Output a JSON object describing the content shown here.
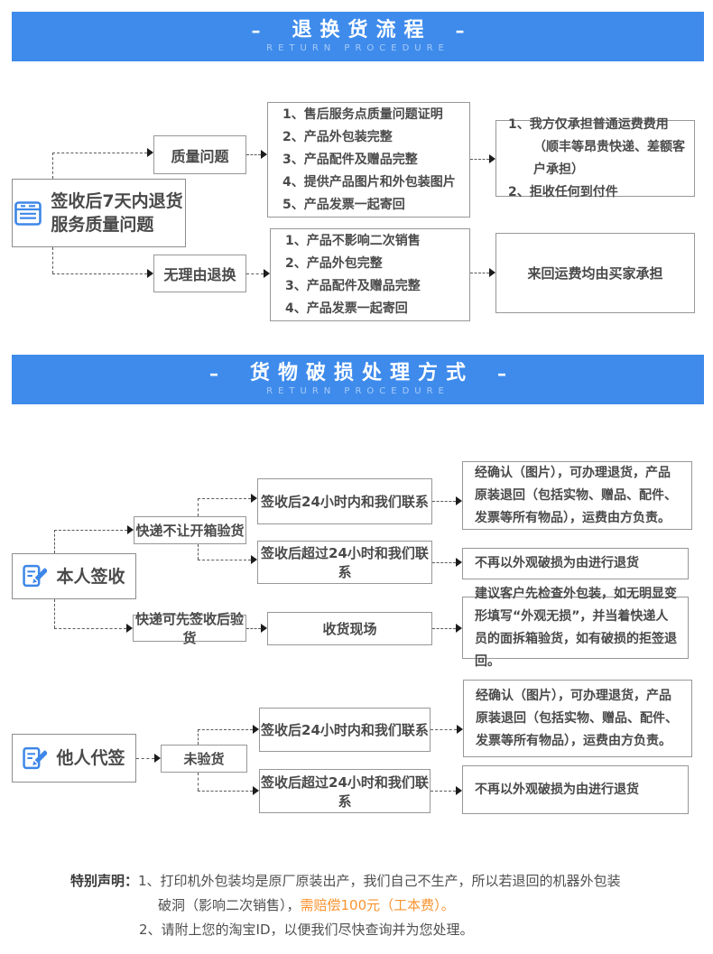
{
  "banner1": {
    "dash_left": "–",
    "title": "退换货流程",
    "subtitle": "RETURN PROCEDURE",
    "dash_right": "–"
  },
  "banner2": {
    "dash_left": "–",
    "title": "货物破损处理方式",
    "subtitle": "RETURN PROCEDURE",
    "dash_right": "–"
  },
  "colors": {
    "banner_blue": "#3e8bec",
    "icon_blue": "#3d87e8",
    "highlight_orange": "#f9932f",
    "box_border_gray": "#979797"
  },
  "icons": {
    "start1": "form-list-icon",
    "start2": "document-pen-sign-icon",
    "start3": "document-pen-sign-icon",
    "connector": "arrowhead-icon"
  },
  "flow1": {
    "start_line1": "签收后7天内退货",
    "start_line2": "服务质量问题",
    "branch1": "质量问题",
    "branch2": "无理由退换",
    "list1": [
      "1、售后服务点质量问题证明",
      "2、产品外包装完整",
      "3、产品配件及赠品完整",
      "4、提供产品图片和外包装图片",
      "5、产品发票一起寄回"
    ],
    "list2": [
      "1、产品不影响二次销售",
      "2、产品外包完整",
      "3、产品配件及赠品完整",
      "4、产品发票一起寄回"
    ],
    "result1": [
      "1、我方仅承担普通运费费用（顺丰等昂贵快递、差额客户承担）",
      "2、拒收任何到付件"
    ],
    "result2": "来回运费均由买家承担"
  },
  "flow2": {
    "start": "本人签收",
    "branch1": "快递不让开箱验货",
    "branch2": "快递可先签收后验货",
    "mid1": "签收后24小时内和我们联系",
    "mid2": "签收后超过24小时和我们联系",
    "mid3": "收货现场",
    "result1": "经确认（图片），可办理退货，产品原装退回（包括实物、赠品、配件、发票等所有物品），运费由方负责。",
    "result2": "不再以外观破损为由进行退货",
    "result3": "建议客户先检查外包装，如无明显变形填写“外观无损”，并当着快递人员的面拆箱验货，如有破损的拒签退回。"
  },
  "flow3": {
    "start": "他人代签",
    "branch1": "未验货",
    "mid1": "签收后24小时内和我们联系",
    "mid2": "签收后超过24小时和我们联系",
    "result1": "经确认（图片），可办理退货，产品原装退回（包括实物、赠品、配件、发票等所有物品），运费由方负责。",
    "result2": "不再以外观破损为由进行退货"
  },
  "notice": {
    "label": "特别声明：",
    "line1": "1、打印机外包装均是原厂原装出产，我们自己不生产，所以若退回的机器外包装",
    "line2_prefix": "破洞（影响二次销售），",
    "line2_highlight": "需赔偿100元（工本费）。",
    "line3": "2、请附上您的淘宝ID，以便我们尽快查询并为您处理。"
  }
}
